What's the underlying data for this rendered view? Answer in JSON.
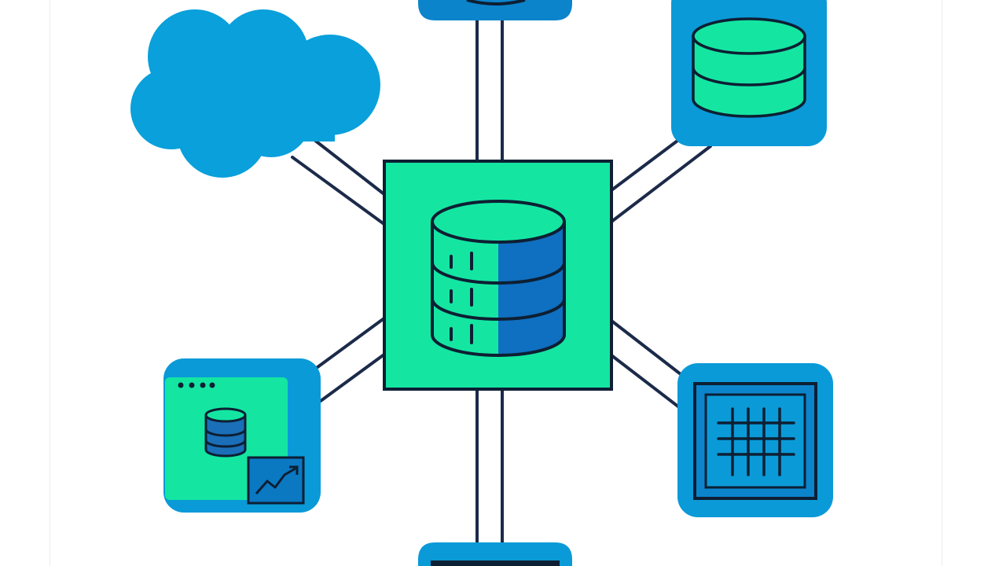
{
  "colors": {
    "background": "#ffffff",
    "outline": "#0d1f33",
    "connector": "#1c2a4a",
    "tile_blue": "#0a9ad8",
    "tile_blue_dark": "#0b78c2",
    "mint": "#14e6a2",
    "db_shade": "#0f6fc0",
    "cloud": "#09a0db"
  },
  "nodes": [
    {
      "id": "central-database",
      "icon": "database-server-icon"
    },
    {
      "id": "cloud",
      "icon": "cloud-icon"
    },
    {
      "id": "storage-database",
      "icon": "database-icon"
    },
    {
      "id": "analytics-dashboard",
      "icon": "dashboard-chart-icon"
    },
    {
      "id": "data-grid",
      "icon": "grid-table-icon"
    },
    {
      "id": "top-node",
      "icon": "node-icon"
    },
    {
      "id": "bottom-node",
      "icon": "node-icon"
    }
  ],
  "edges": [
    {
      "from": "central-database",
      "to": "top-node"
    },
    {
      "from": "central-database",
      "to": "bottom-node"
    },
    {
      "from": "central-database",
      "to": "cloud"
    },
    {
      "from": "central-database",
      "to": "storage-database"
    },
    {
      "from": "central-database",
      "to": "analytics-dashboard"
    },
    {
      "from": "central-database",
      "to": "data-grid"
    }
  ]
}
